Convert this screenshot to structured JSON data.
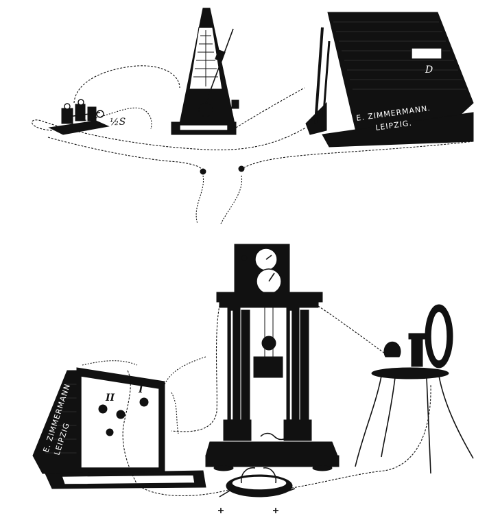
{
  "labels": {
    "sender_mark": "½S",
    "box_mark_d": "D",
    "box_plate_line1": "E. ZIMMERMANN.",
    "box_plate_line2": "LEIPZIG.",
    "tilt_box_line1": "E. ZIMMERMANN",
    "tilt_box_line2": "LEIPZIG",
    "coil_mark_2": "II",
    "coil_mark_1": "I"
  },
  "colors": {
    "ink": "#111111",
    "paper": "#ffffff"
  }
}
